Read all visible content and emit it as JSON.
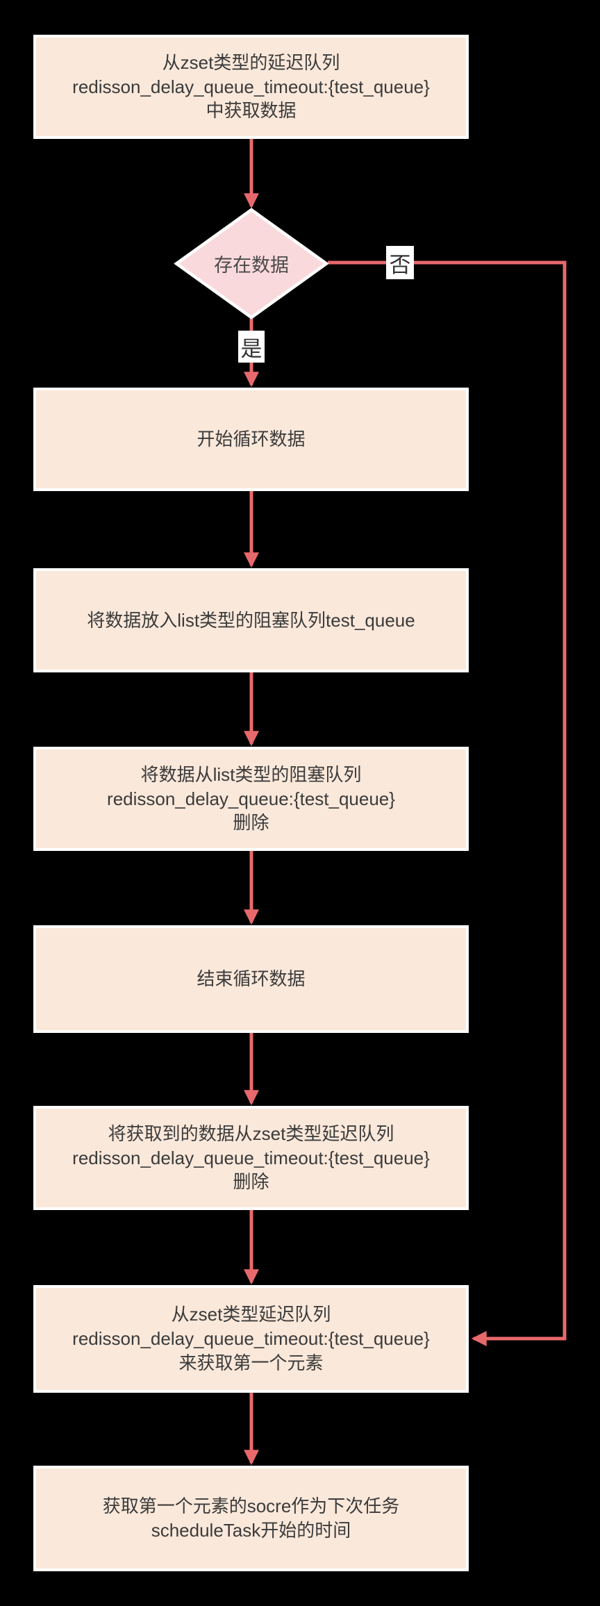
{
  "flowchart": {
    "colors": {
      "background": "#000000",
      "process_fill": "#FAE8DA",
      "decision_fill": "#FAD9DC",
      "node_border": "#FFFFFF",
      "connector": "#E8696C",
      "text": "#3B3B3B",
      "edge_label_background": "#FFFFFF"
    },
    "nodes": [
      {
        "id": "get-data",
        "type": "process",
        "label": "从zset类型的延迟队列\nredisson_delay_queue_timeout:{test_queue}\n中获取数据"
      },
      {
        "id": "has-data",
        "type": "decision",
        "label": "存在数据"
      },
      {
        "id": "start-loop",
        "type": "process",
        "label": "开始循环数据"
      },
      {
        "id": "push-list",
        "type": "process",
        "label": "将数据放入list类型的阻塞队列test_queue"
      },
      {
        "id": "remove-list",
        "type": "process",
        "label": "将数据从list类型的阻塞队列\nredisson_delay_queue:{test_queue}\n删除"
      },
      {
        "id": "end-loop",
        "type": "process",
        "label": "结束循环数据"
      },
      {
        "id": "remove-zset",
        "type": "process",
        "label": "将获取到的数据从zset类型延迟队列\nredisson_delay_queue_timeout:{test_queue}\n删除"
      },
      {
        "id": "get-first",
        "type": "process",
        "label": "从zset类型延迟队列\nredisson_delay_queue_timeout:{test_queue}\n来获取第一个元素"
      },
      {
        "id": "get-score",
        "type": "process",
        "label": "获取第一个元素的socre作为下次任务\nscheduleTask开始的时间"
      }
    ],
    "edge_labels": {
      "yes": "是",
      "no": "否"
    }
  }
}
